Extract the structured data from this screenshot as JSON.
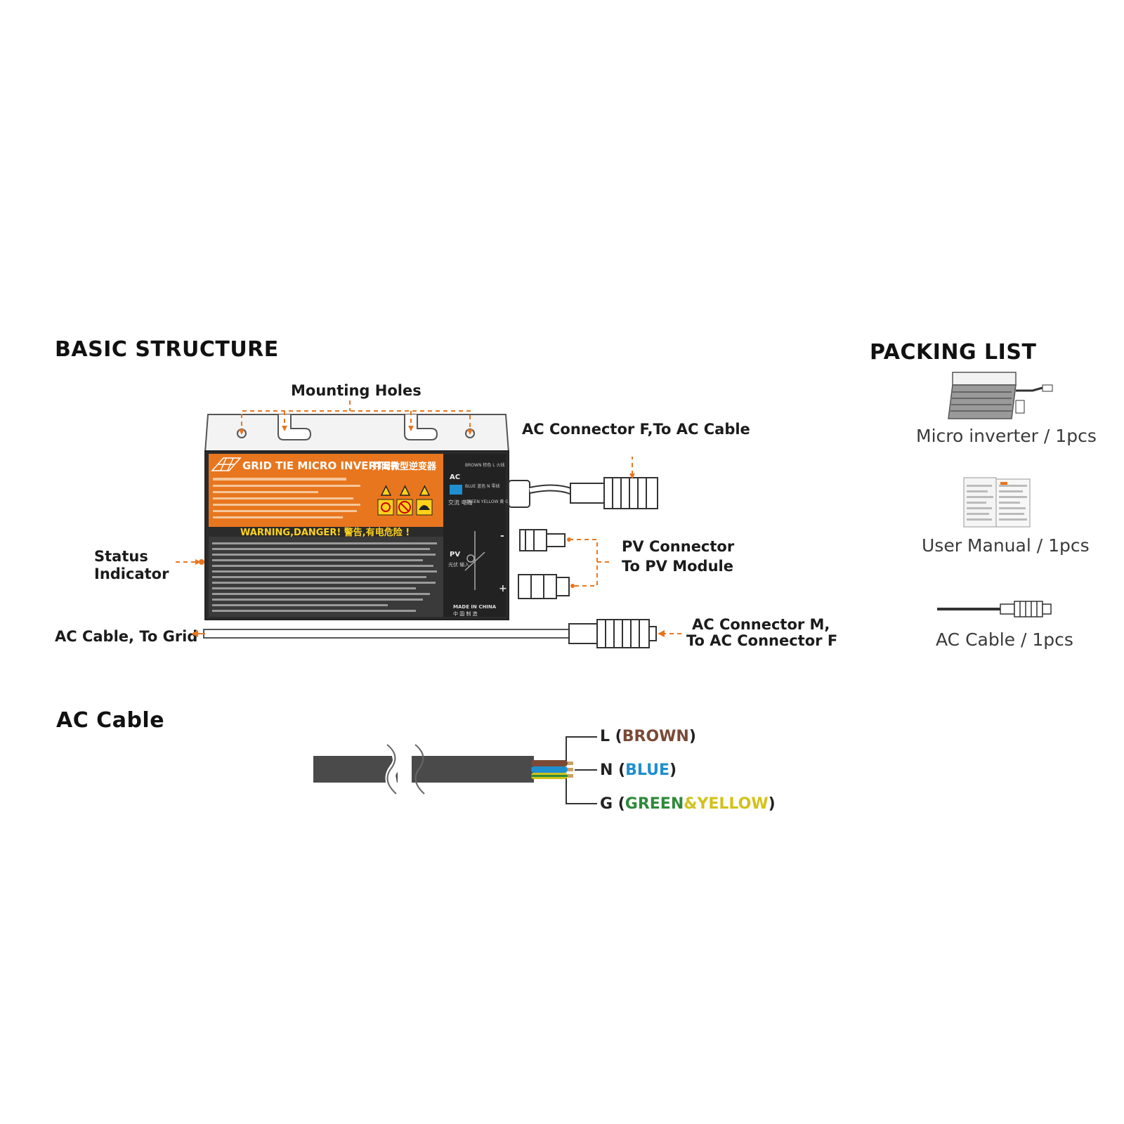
{
  "basic_structure": {
    "title": "BASIC STRUCTURE",
    "callouts": {
      "mounting_holes": "Mounting Holes",
      "ac_connector_f_line": "AC Connector  F,To AC Cable",
      "pv_connector_line1": "PV Connector",
      "pv_connector_line2": "To PV Module",
      "status_line1": "Status",
      "status_line2": "Indicator",
      "ac_cable_grid": "AC Cable, To Grid",
      "ac_connector_m_line1": "AC Connector  M,",
      "ac_connector_m_line2": "To AC Connector  F"
    },
    "label_panel": {
      "title": "GRID TIE MICRO INVERTER",
      "title_cn": "并网微型逆变器",
      "warning": "WARNING,DANGER! 警告,有电危险 !",
      "ac_tag": "AC",
      "ac_tag_cn": "交流 电端",
      "pv_tag": "PV",
      "pv_tag_cn": "光伏 输入",
      "wire_brown": "BROWN 棕色 L 火线",
      "wire_blue": "BLUE 蓝色 N 零线",
      "wire_gy": "GREEN YELLOW 黄 G 地线",
      "made_in": "MADE IN CHINA",
      "made_in_cn": "中 国 制 造"
    }
  },
  "packing_list": {
    "title": "PACKING LIST",
    "items": [
      {
        "name": "Micro inverter",
        "sep": "/",
        "qty": "1pcs",
        "icon": "micro-inverter-icon"
      },
      {
        "name": "User Manual",
        "sep": "/",
        "qty": "1pcs",
        "icon": "user-manual-icon"
      },
      {
        "name": "AC Cable",
        "sep": "/",
        "qty": "1pcs",
        "icon": "ac-cable-icon"
      }
    ]
  },
  "ac_cable_section": {
    "title": "AC Cable",
    "wires": {
      "l_prefix": "L (",
      "l_color": "BROWN",
      "l_suffix": ")",
      "n_prefix": "N (",
      "n_color": "BLUE",
      "n_suffix": ")",
      "g_prefix": "G (",
      "g_color_green": "GREEN",
      "g_amp": "&",
      "g_color_yellow": "YELLOW",
      "g_suffix": ")"
    }
  },
  "colors": {
    "accent_orange": "#e8761e",
    "panel_dark": "#2a2a2a",
    "cable_dark": "#4a4a4a",
    "wire_brown": "#7a4a36",
    "wire_blue": "#1f8fd0",
    "wire_green": "#2f8a3a",
    "wire_yellow": "#d2c21b"
  }
}
